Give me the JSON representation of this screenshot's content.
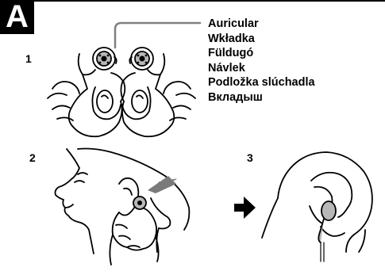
{
  "section": {
    "letter": "A"
  },
  "steps": {
    "one": "1",
    "two": "2",
    "three": "3"
  },
  "part_names": [
    "Auricular",
    "Wkładka",
    "Füldugó",
    "Návlek",
    "Podložka slúchadla",
    "Вкладыш"
  ],
  "colors": {
    "ink": "#000000",
    "paper": "#ffffff",
    "pointer_arrow": "#7a7a7a",
    "leader_line": "#808080",
    "earbud_gray": "#b8b8b8"
  }
}
